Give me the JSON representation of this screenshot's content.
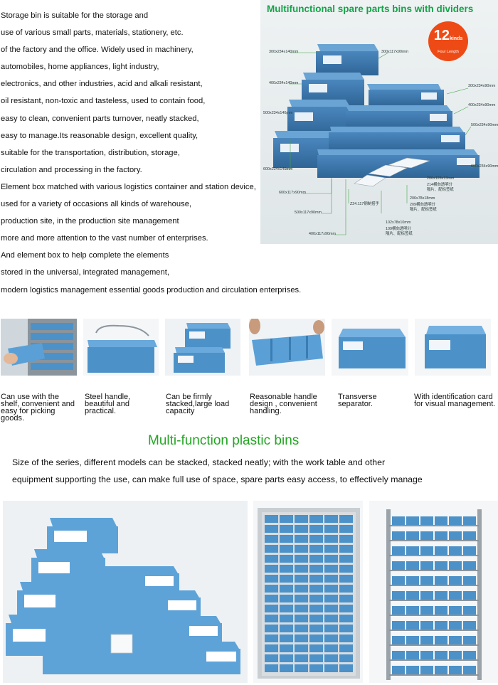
{
  "intro": {
    "lines": [
      "Storage bin is suitable for the storage and",
      "use of various small parts, materials, stationery, etc.",
      "of the factory and the office. Widely used in machinery,",
      "automobiles, home appliances, light industry,",
      "electronics, and other industries, acid and alkali resistant,",
      "oil resistant, non-toxic and tasteless, used to contain food,",
      "easy to clean, convenient parts turnover, neatly stacked,",
      "easy to manage.Its reasonable design, excellent quality,",
      "suitable for the transportation, distribution, storage,",
      "circulation and processing in the factory.",
      "Element box matched with various logistics container and station device,",
      "used for a variety of occasions all kinds of warehouse,",
      "production site, in the production site management",
      "more and more attention to the vast number of enterprises.",
      "And element box to help complete the elements",
      "stored in the universal, integrated management,",
      "modern logistics management essential goods production and circulation enterprises."
    ]
  },
  "infographic": {
    "title": "Multifunctional spare parts bins with dividers",
    "badge": {
      "number": "12",
      "unit": "kinds",
      "sub": "Four Length"
    },
    "labels": [
      "300x234x140mm",
      "300x117x90mm",
      "400x234x140mm",
      "300x234x90mm",
      "400x234x90mm",
      "500x234x140mm",
      "500x234x90mm",
      "600x234x90mm",
      "600x234x140mm",
      "600x117x90mm",
      "500x117x90mm",
      "400x117x90mm",
      "Z24.117钢制搭手",
      "206x128x13mm",
      "214横向透明分",
      "隔片、配标签纸",
      "206x78x18mm",
      "209横向透明分",
      "隔片、配标签纸",
      "102x78x10mm",
      "109横向透明分",
      "隔片、配标签纸"
    ]
  },
  "features": [
    "Can use with the shelf, convenient and easy for picking goods.",
    "Steel handle, beautiful and practical.",
    "Can be firmly stacked,large load capacity",
    "Reasonable handle design , convenient handling.",
    "Transverse separator.",
    "With identification card for visual management."
  ],
  "section": {
    "title": "Multi-function plastic bins",
    "desc": [
      "Size of the series, different models can be stacked, stacked neatly; with the work table and other",
      "equipment supporting the use, can make full use of space, spare parts easy access, to effectively manage"
    ]
  },
  "colors": {
    "bin_blue": "#4c92c8",
    "bin_dark": "#2e6e9e",
    "accent_green": "#23a523",
    "badge_orange": "#ee4a16"
  }
}
